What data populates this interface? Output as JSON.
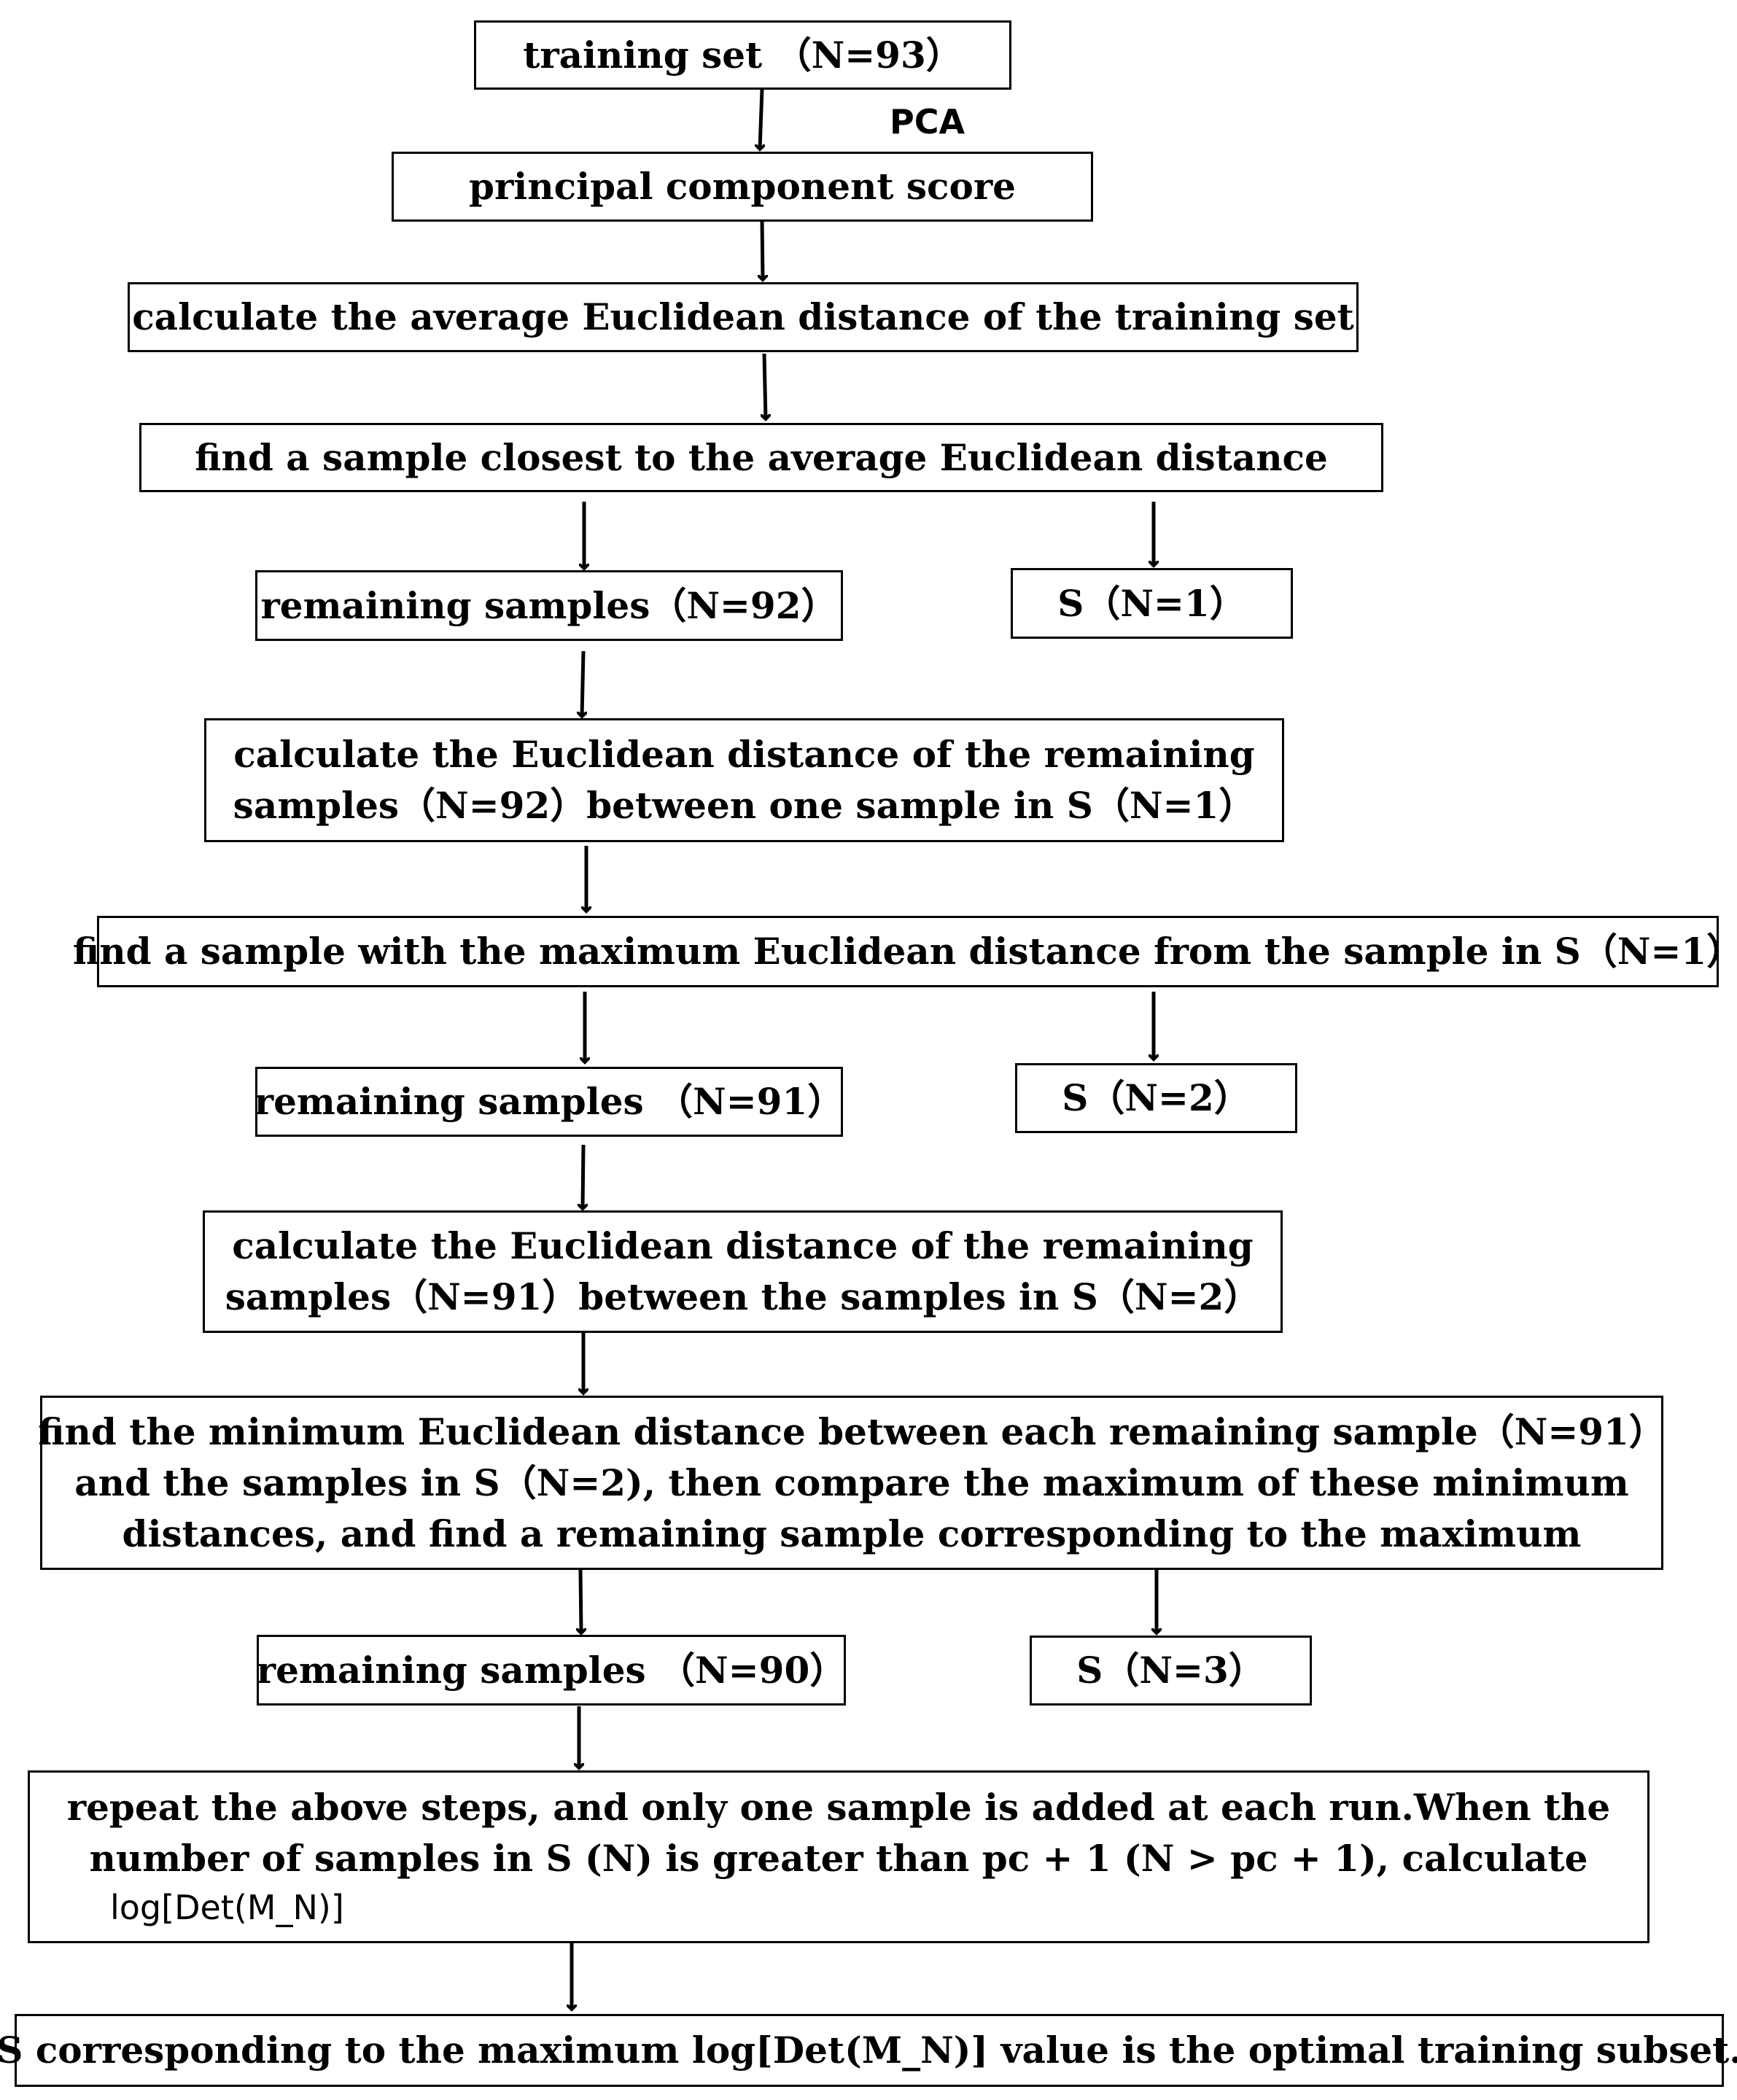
{
  "nodes": {
    "n1": {
      "lines": [
        "training set （N=93）"
      ]
    },
    "n2": {
      "lines": [
        "principal component score"
      ]
    },
    "n3": {
      "lines": [
        "calculate the average Euclidean distance of the training set"
      ]
    },
    "n4": {
      "lines": [
        "find a sample closest to the average Euclidean distance"
      ]
    },
    "n5": {
      "lines": [
        "remaining samples（N=92）"
      ]
    },
    "n6": {
      "lines": [
        "S（N=1）"
      ]
    },
    "n7": {
      "lines": [
        "calculate the Euclidean distance of the remaining",
        "samples（N=92）between one sample in S（N=1）"
      ]
    },
    "n8": {
      "lines": [
        "find a sample with the maximum Euclidean distance from the sample in S（N=1）"
      ]
    },
    "n9": {
      "lines": [
        "remaining samples （N=91）"
      ]
    },
    "n10": {
      "lines": [
        "S（N=2）"
      ]
    },
    "n11": {
      "lines": [
        "calculate the Euclidean distance of the remaining",
        "samples（N=91）between  the samples in S（N=2）"
      ]
    },
    "n12": {
      "lines": [
        "find the minimum Euclidean distance between each remaining sample（N=91）",
        "and  the samples in S（N=2), then compare the maximum of these minimum",
        "distances, and find a remaining sample corresponding to the maximum"
      ]
    },
    "n13": {
      "lines": [
        "remaining samples （N=90）"
      ]
    },
    "n14": {
      "lines": [
        "S（N=3）"
      ]
    },
    "n15": {
      "lines": [
        "repeat the above steps, and only one sample is added at each run.When the",
        "number of samples in S (N) is greater than pc + 1 (N > pc + 1), calculate",
        "log[Det(M_N)]"
      ]
    },
    "n16": {
      "lines": [
        "S corresponding to the maximum  log[Det(M_N)] value is the optimal training subset."
      ]
    }
  },
  "edge_labels": {
    "pca": "PCA"
  }
}
